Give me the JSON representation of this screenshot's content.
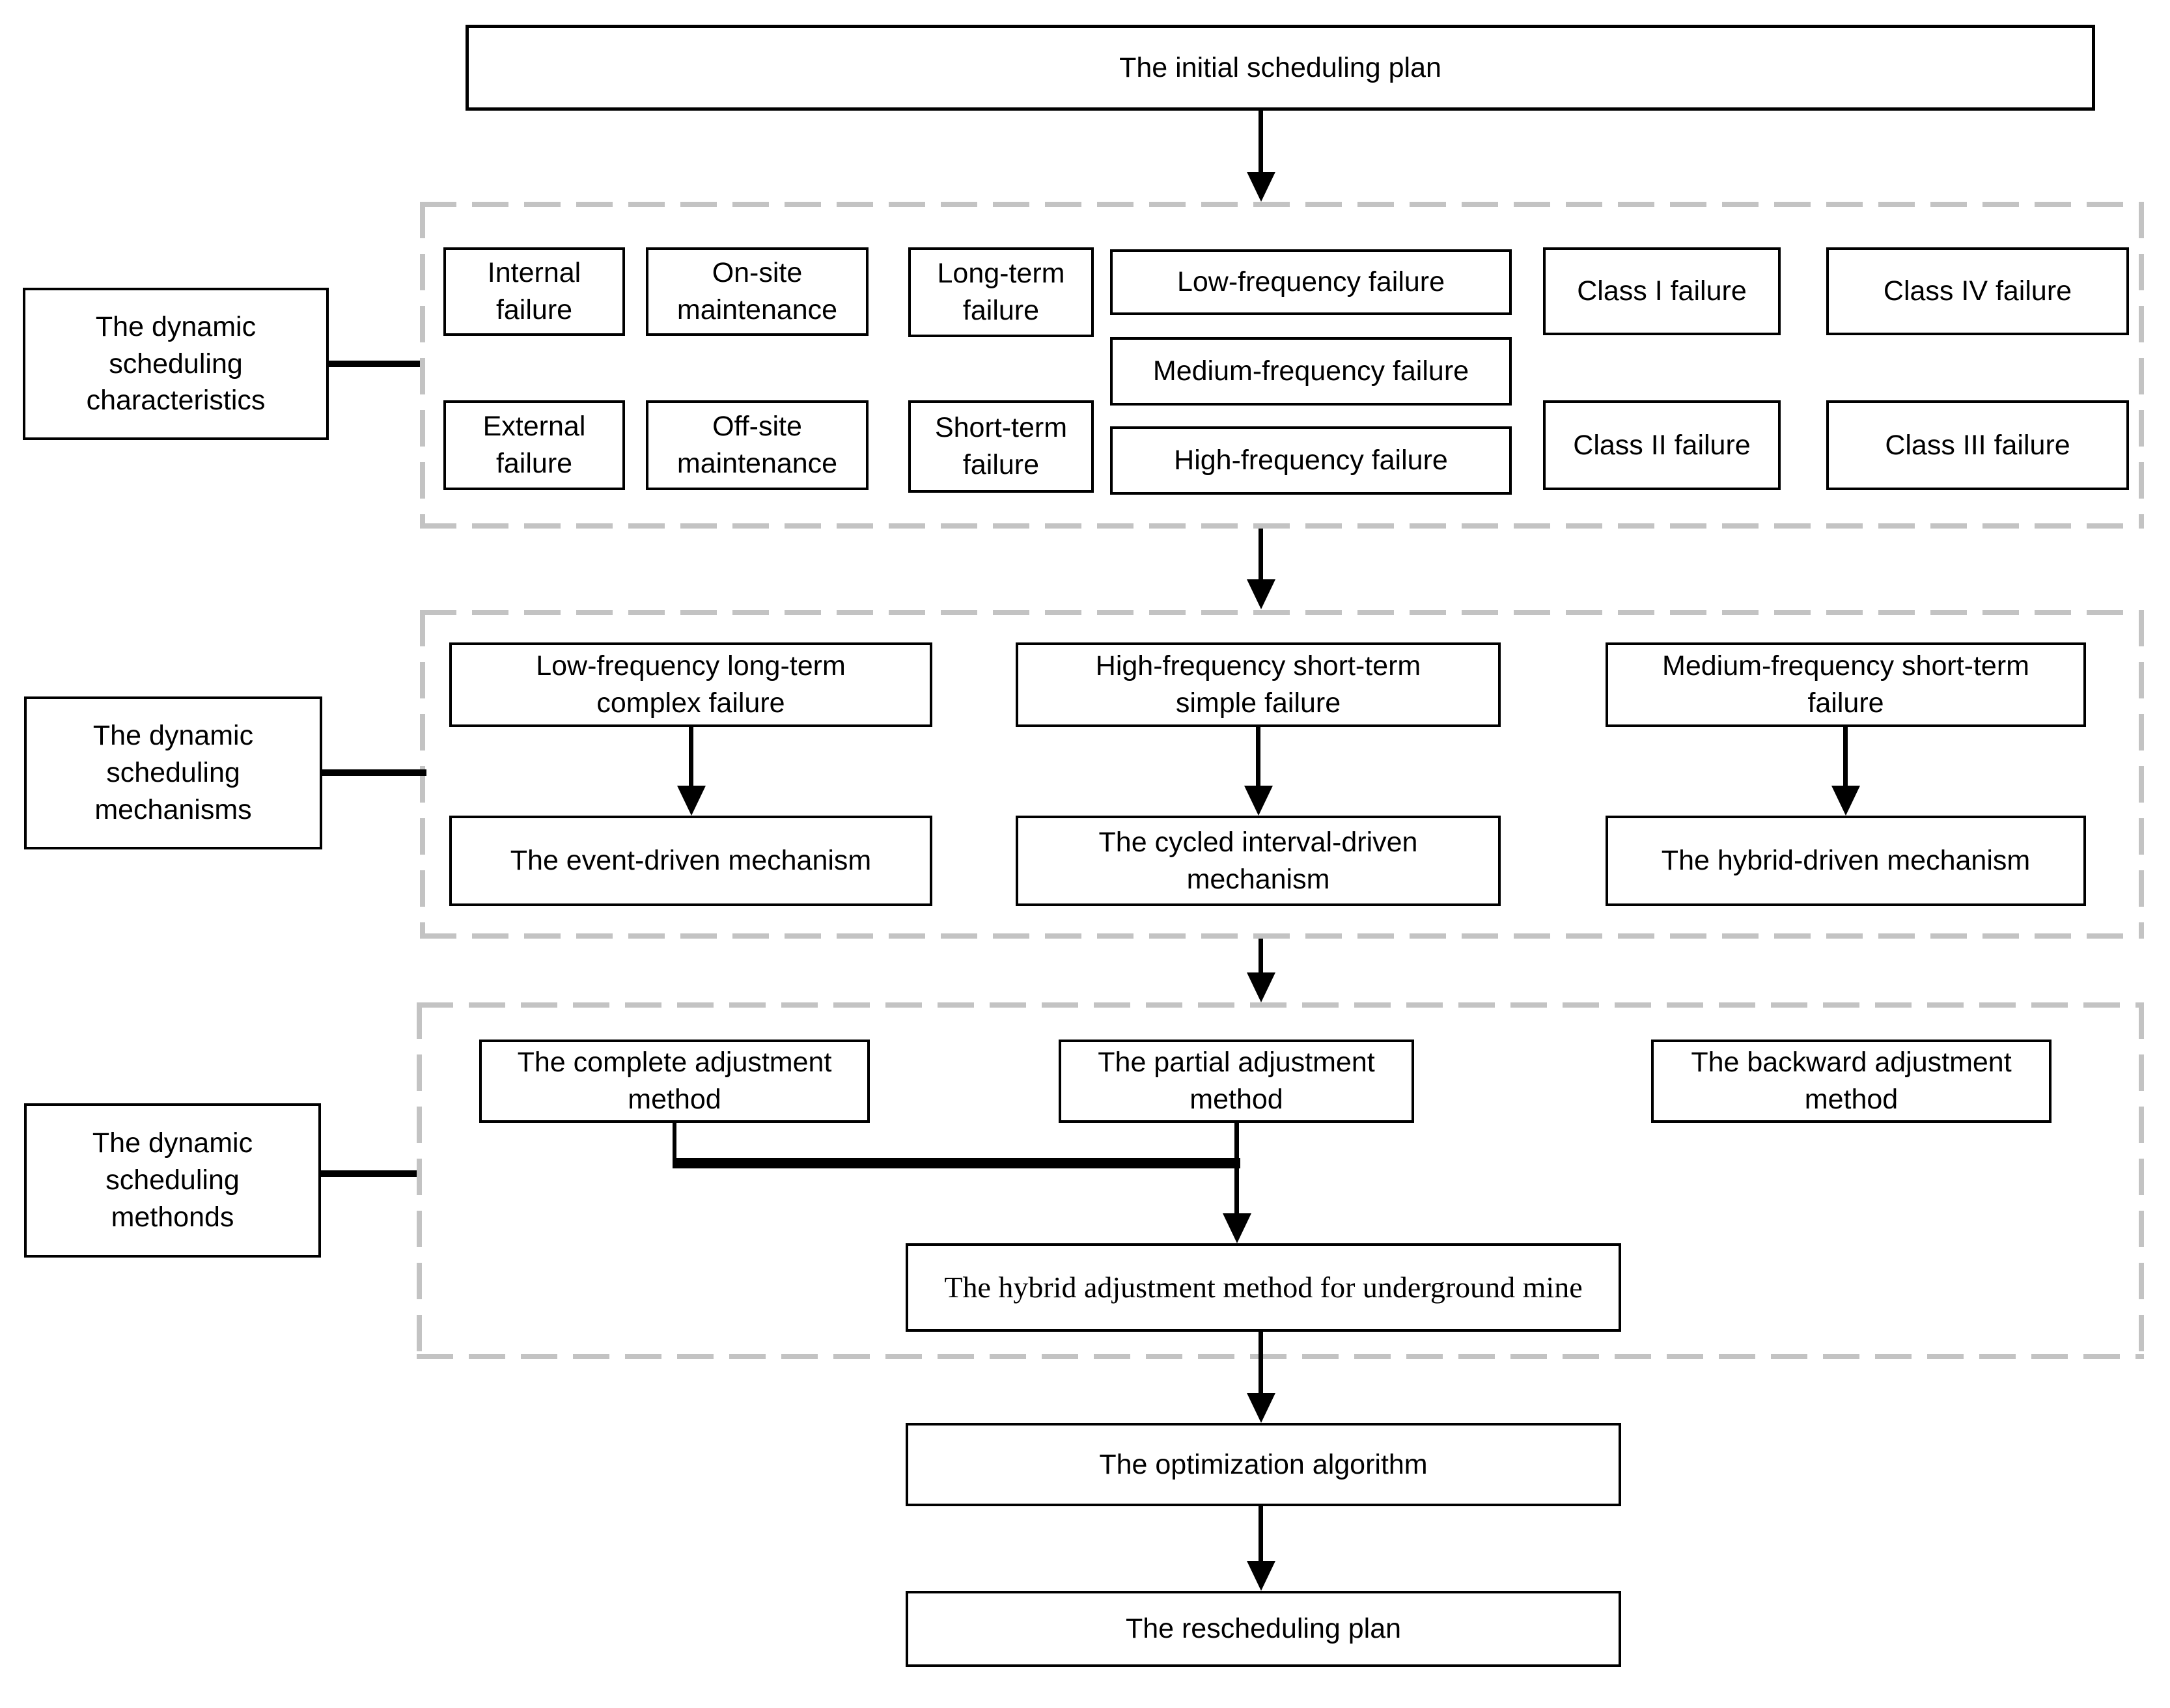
{
  "title_box": {
    "label": "The initial scheduling plan"
  },
  "characteristics": {
    "label": "The dynamic\nscheduling\ncharacteristics",
    "internal_failure": "Internal\nfailure",
    "onsite_maintenance": "On-site\nmaintenance",
    "longterm_failure": "Long-term\nfailure",
    "low_frequency_failure": "Low-frequency failure",
    "medium_frequency_failure": "Medium-frequency failure",
    "high_frequency_failure": "High-frequency failure",
    "external_failure": "External\nfailure",
    "offsite_maintenance": "Off-site\nmaintenance",
    "shortterm_failure": "Short-term\nfailure",
    "class_i_failure": "Class I failure",
    "class_ii_failure": "Class II failure",
    "class_iii_failure": "Class III failure",
    "class_iv_failure": "Class IV failure"
  },
  "mechanisms": {
    "label": "The dynamic\nscheduling\nmechanisms",
    "low_freq_long_term": "Low-frequency long-term\ncomplex failure",
    "high_freq_short_term": "High-frequency short-term\nsimple failure",
    "medium_freq_short_term": "Medium-frequency short-term\nfailure",
    "event_driven": "The event-driven mechanism",
    "cycled_interval_driven": "The cycled interval-driven\nmechanism",
    "hybrid_driven": "The hybrid-driven mechanism"
  },
  "methods": {
    "label": "The dynamic\nscheduling\nmethonds",
    "complete": "The complete adjustment\nmethod",
    "partial": "The partial adjustment\nmethod",
    "backward": "The backward adjustment\nmethod",
    "hybrid": "The hybrid adjustment method for underground mine"
  },
  "outputs": {
    "optimization": "The optimization algorithm",
    "rescheduling": "The rescheduling plan"
  },
  "colors": {
    "border": "#000000",
    "dashed_border": "#c3c3c3",
    "background": "#ffffff",
    "text": "#000000"
  }
}
